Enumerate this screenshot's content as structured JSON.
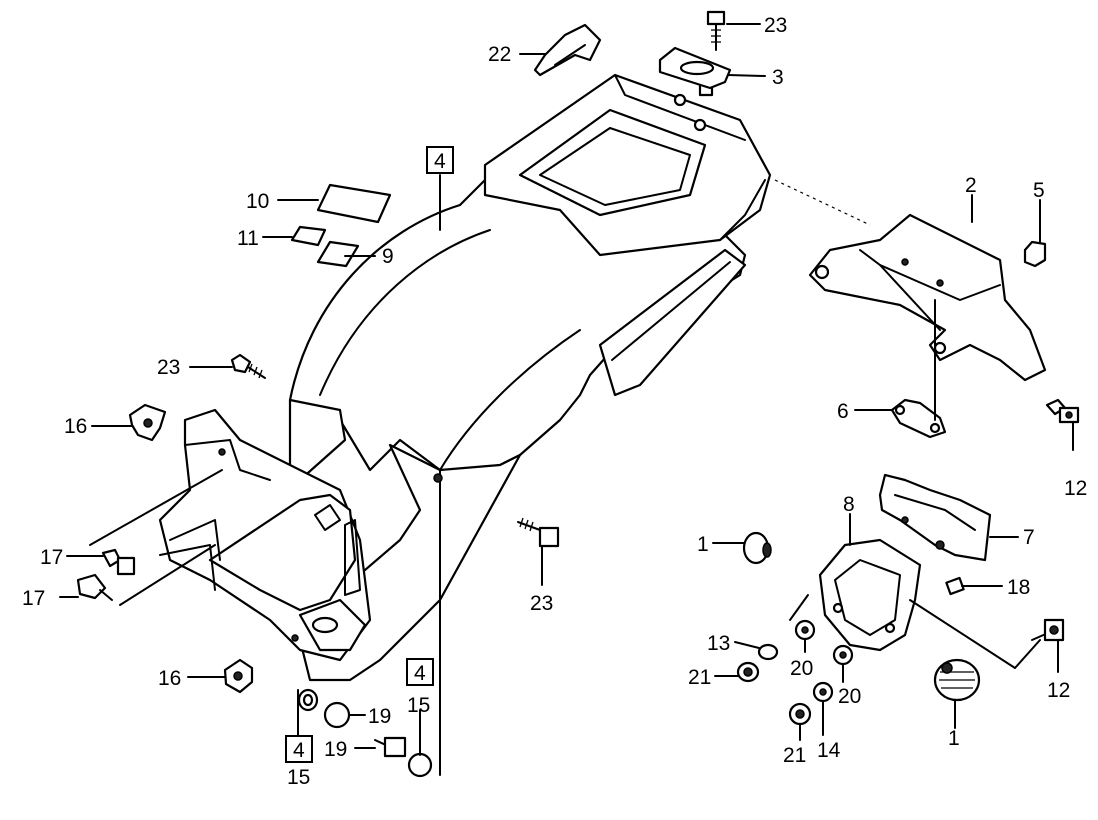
{
  "callouts": [
    {
      "id": "c23a",
      "text": "23"
    },
    {
      "id": "c22",
      "text": "22"
    },
    {
      "id": "c3",
      "text": "3"
    },
    {
      "id": "c4a",
      "text": "4"
    },
    {
      "id": "c10",
      "text": "10"
    },
    {
      "id": "c11",
      "text": "11"
    },
    {
      "id": "c9",
      "text": "9"
    },
    {
      "id": "c2",
      "text": "2"
    },
    {
      "id": "c5",
      "text": "5"
    },
    {
      "id": "c23b",
      "text": "23"
    },
    {
      "id": "c16a",
      "text": "16"
    },
    {
      "id": "c6",
      "text": "6"
    },
    {
      "id": "c12a",
      "text": "12"
    },
    {
      "id": "c8",
      "text": "8"
    },
    {
      "id": "c7",
      "text": "7"
    },
    {
      "id": "c1a",
      "text": "1"
    },
    {
      "id": "c17a",
      "text": "17"
    },
    {
      "id": "c17b",
      "text": "17"
    },
    {
      "id": "c23c",
      "text": "23"
    },
    {
      "id": "c18",
      "text": "18"
    },
    {
      "id": "c13",
      "text": "13"
    },
    {
      "id": "c20a",
      "text": "20"
    },
    {
      "id": "c12b",
      "text": "12"
    },
    {
      "id": "c21a",
      "text": "21"
    },
    {
      "id": "c20b",
      "text": "20"
    },
    {
      "id": "c16b",
      "text": "16"
    },
    {
      "id": "c4b",
      "text": "4"
    },
    {
      "id": "c15a",
      "text": "15"
    },
    {
      "id": "c19a",
      "text": "19"
    },
    {
      "id": "c14",
      "text": "14"
    },
    {
      "id": "c4c",
      "text": "4"
    },
    {
      "id": "c19b",
      "text": "19"
    },
    {
      "id": "c15b",
      "text": "15"
    },
    {
      "id": "c21b",
      "text": "21"
    },
    {
      "id": "c1b",
      "text": "1"
    }
  ]
}
